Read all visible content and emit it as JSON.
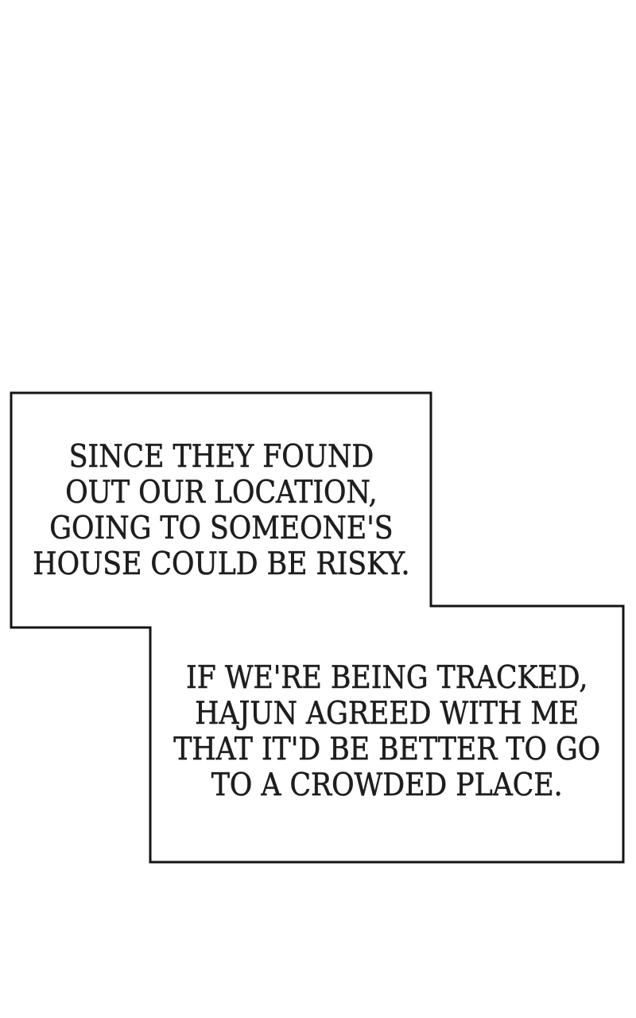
{
  "panel": {
    "type": "comic-caption-panel",
    "background_color": "#ffffff",
    "outline_color": "#141414",
    "text_color": "#1e1e1e"
  },
  "bubbles": [
    {
      "id": "bubble-1",
      "lines": [
        "SINCE THEY FOUND",
        "OUT OUR LOCATION,",
        "GOING TO SOMEONE'S",
        "HOUSE COULD BE RISKY."
      ]
    },
    {
      "id": "bubble-2",
      "lines": [
        "IF WE'RE BEING TRACKED,",
        "HAJUN AGREED WITH ME",
        "THAT IT'D BE BETTER TO GO",
        "TO A CROWDED PLACE."
      ]
    }
  ]
}
